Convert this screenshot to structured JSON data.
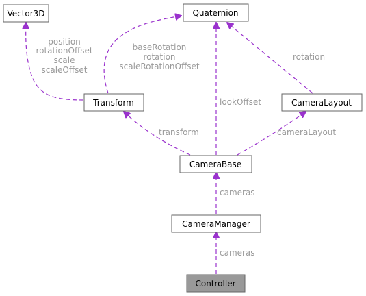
{
  "nodes": {
    "vector3d": "Vector3D",
    "quaternion": "Quaternion",
    "transform": "Transform",
    "camera_layout": "CameraLayout",
    "camera_base": "CameraBase",
    "camera_manager": "CameraManager",
    "controller": "Controller"
  },
  "edges": {
    "transform_to_vector3d": [
      "position",
      "rotationOffset",
      "scale",
      "scaleOffset"
    ],
    "transform_to_quaternion": [
      "baseRotation",
      "rotation",
      "scaleRotationOffset"
    ],
    "camera_layout_to_quaternion": "rotation",
    "camera_base_to_quaternion": "lookOffset",
    "camera_base_to_transform": "transform",
    "camera_base_to_camera_layout": "cameraLayout",
    "camera_manager_to_camera_base": "cameras",
    "controller_to_camera_manager": "cameras"
  },
  "colors": {
    "edge": "#9a32cd",
    "label": "#9a9a9a",
    "selected_node_fill": "#999999",
    "node_border": "#666666"
  }
}
